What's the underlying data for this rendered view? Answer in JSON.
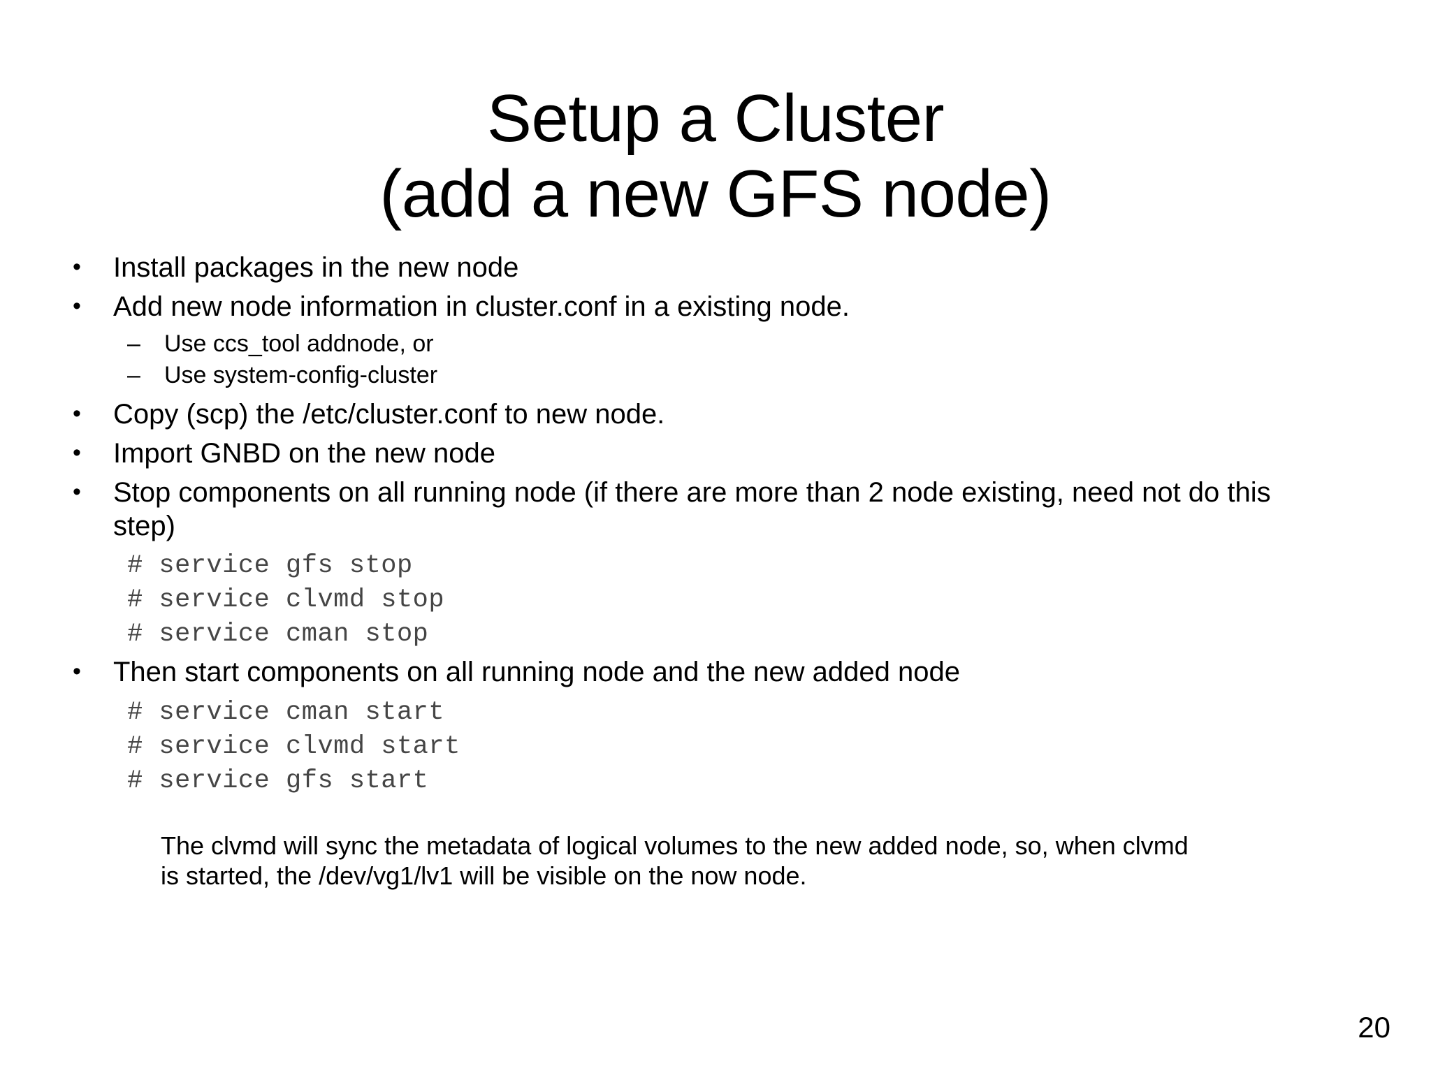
{
  "slide": {
    "title_line1": "Setup a Cluster",
    "title_line2": "(add a new GFS node)",
    "page_number": "20",
    "bullet_marker": "•",
    "dash_marker": "–",
    "colors": {
      "text": "#000000",
      "code": "#454545",
      "background": "#ffffff"
    },
    "bullets": {
      "b1": "Install packages in the new node",
      "b2": "Add new node information in cluster.conf in a existing node.",
      "sub1": "Use ccs_tool addnode, or",
      "sub2": "Use system-config-cluster",
      "b3": "Copy (scp) the /etc/cluster.conf to new node.",
      "b4": "Import GNBD on the new node",
      "b5": "Stop components on all running node (if there are more than 2 node existing, need not do this step)",
      "b6": "Then start components on all running node and the new added node"
    },
    "stop_commands": [
      "# service gfs stop",
      "# service clvmd stop",
      "# service cman stop"
    ],
    "start_commands": [
      "# service cman start",
      "# service clvmd start",
      "# service gfs start"
    ],
    "note": {
      "line1": "The clvmd will sync the metadata of logical volumes to the new added node, so, when clvmd",
      "line2": "is started, the /dev/vg1/lv1 will be visible on the now node."
    }
  }
}
